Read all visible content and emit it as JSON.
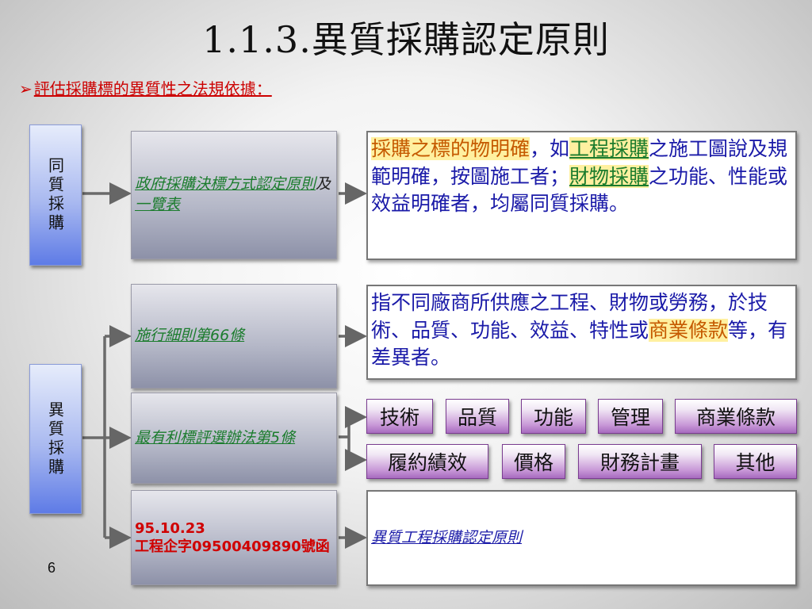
{
  "title": "1.1.3.異質採購認定原則",
  "subhead": "評估採購標的異質性之法規依據：",
  "categories": {
    "same": "同質採購",
    "different": "異質採購"
  },
  "rows": {
    "r1": {
      "mid_link1": "政府採購決標方式認定原則",
      "mid_and": "及",
      "mid_link2": "一覽表",
      "desc_hl1": "採購之標的物明確",
      "desc_t1": "，如",
      "desc_hl2": "工程採購",
      "desc_t2": "之施工圖說及規範明確，按圖施工者；",
      "desc_hl3": "財物採購",
      "desc_t3": "之功能、性能或效益明確者，均屬同質採購。"
    },
    "r2": {
      "mid_link": "施行細則第66條",
      "desc_t1": "指不同廠商所供應之工程、財物或勞務，於技術、品質、功能、效益、特性或",
      "desc_hl": "商業條款",
      "desc_t2": "等，有差異者。"
    },
    "r3": {
      "mid_link": "最有利標評選辦法第5條",
      "tags_row1": [
        "技術",
        "品質",
        "功能",
        "管理",
        "商業條款"
      ],
      "tags_row2": [
        "履約績效",
        "價格",
        "財務計畫",
        "其他"
      ]
    },
    "r4": {
      "mid_date": "95.10.23",
      "mid_doc": "工程企字09500409890號函",
      "desc_link": "異質工程採購認定原則"
    }
  },
  "page_number": "6",
  "colors": {
    "title": "#111111",
    "subhead": "#cc0000",
    "link_green": "#1b7c2d",
    "desc_text": "#1a1aa8",
    "highlight_orange": "#c55a00",
    "doc_red": "#d00000"
  }
}
